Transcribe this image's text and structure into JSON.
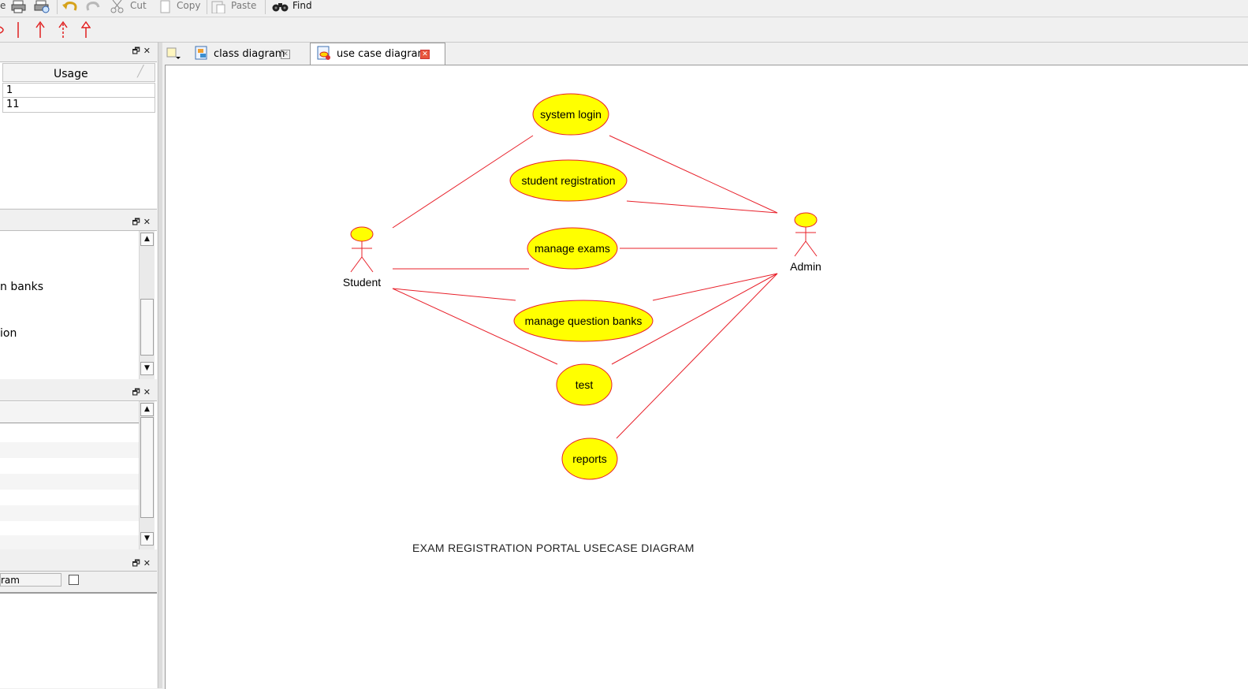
{
  "toolbar": {
    "cut_label": "Cut",
    "copy_label": "Copy",
    "paste_label": "Paste",
    "find_label": "Find"
  },
  "left_panel": {
    "usage_header": "Usage",
    "usage_rows": [
      "1",
      "11"
    ],
    "tree_items": [
      "n banks",
      "ion"
    ],
    "bottom_field": "ram"
  },
  "tabs": [
    {
      "label": "class diagram"
    },
    {
      "label": "use case diagram"
    }
  ],
  "diagram": {
    "actors": [
      {
        "label": "Student"
      },
      {
        "label": "Admin"
      }
    ],
    "use_cases": [
      {
        "label": "system login"
      },
      {
        "label": "student registration"
      },
      {
        "label": "manage exams"
      },
      {
        "label": "manage question banks"
      },
      {
        "label": "test"
      },
      {
        "label": "reports"
      }
    ],
    "caption": "EXAM REGISTRATION PORTAL USECASE DIAGRAM",
    "colors": {
      "fill": "#ffff00",
      "stroke": "#e8202a"
    }
  }
}
